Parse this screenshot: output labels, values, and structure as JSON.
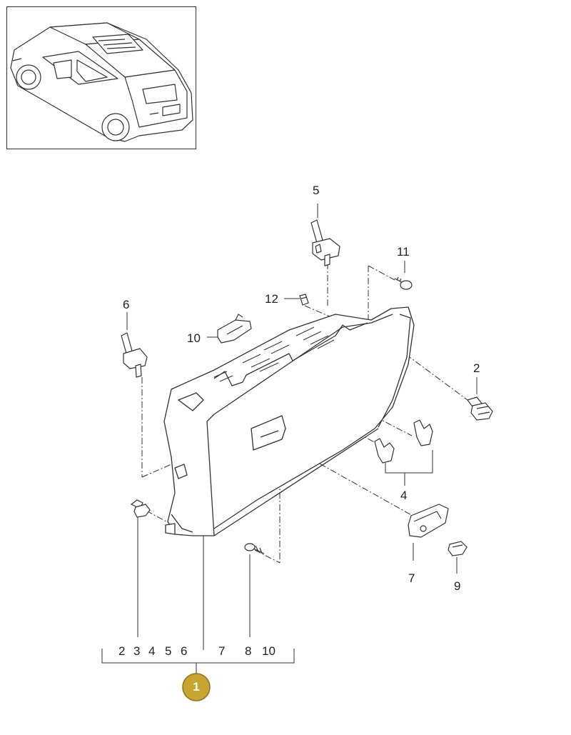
{
  "callouts": {
    "c5": "5",
    "c11": "11",
    "c12": "12",
    "c6": "6",
    "c10": "10",
    "c2": "2",
    "c4": "4",
    "c7": "7",
    "c9": "9",
    "c3": "3",
    "c8": "8"
  },
  "assembly_group": {
    "numbers": [
      "2",
      "3",
      "4",
      "5",
      "6",
      "7",
      "8",
      "10"
    ],
    "badge_label": "1"
  },
  "colors": {
    "line": "#333333",
    "part_fill": "#ffffff",
    "badge_fill": "#c8a431",
    "badge_stroke": "#8c7220"
  }
}
